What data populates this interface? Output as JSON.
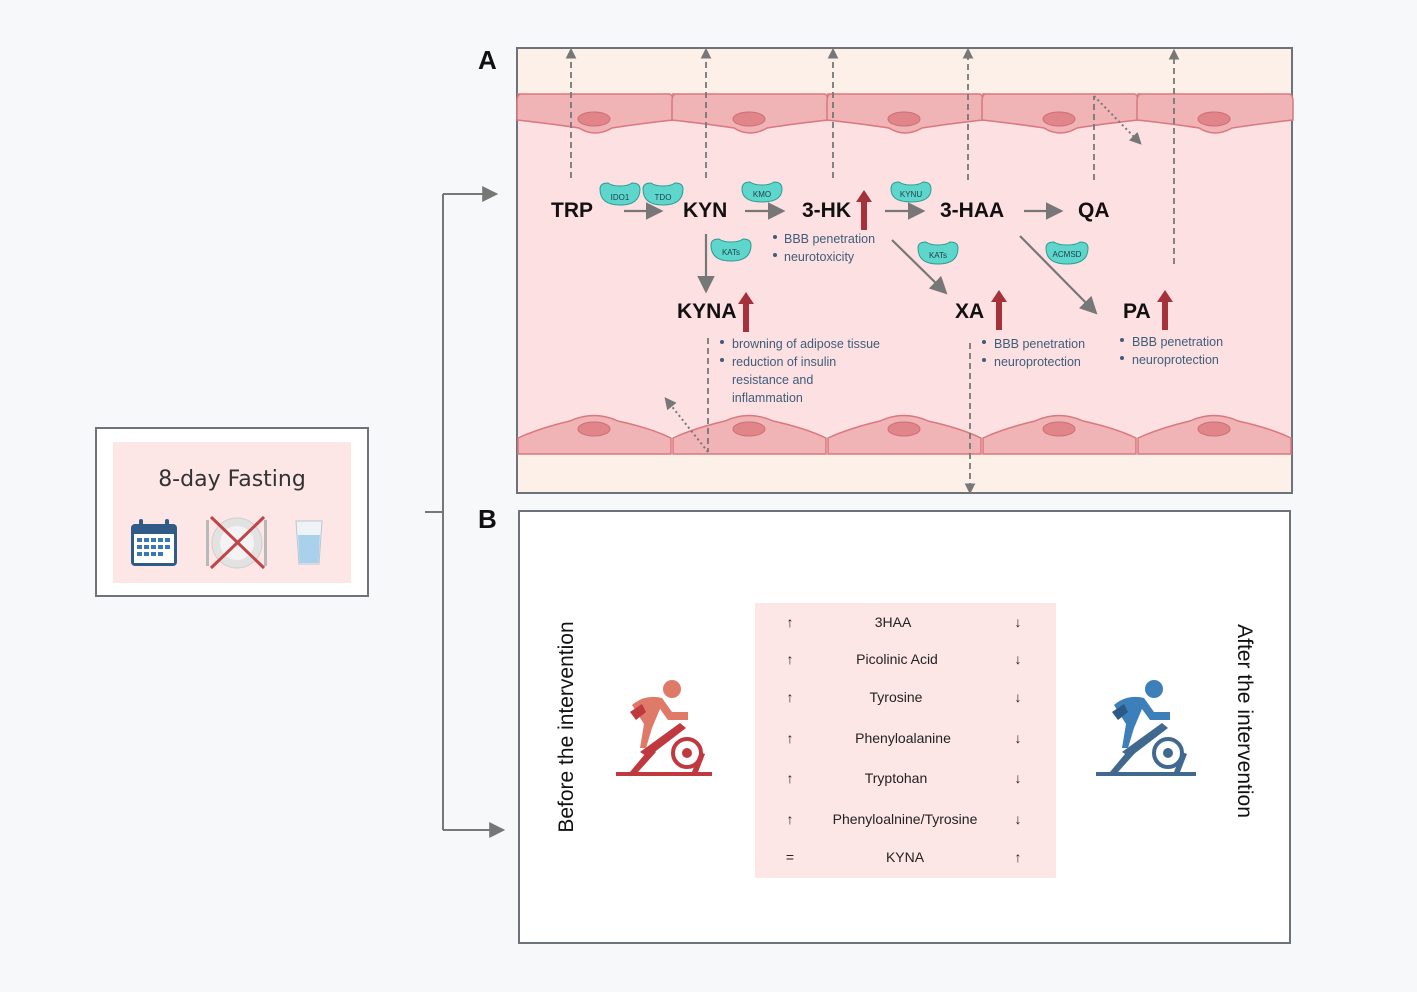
{
  "fasting": {
    "title": "8-day Fasting",
    "icons": [
      "calendar-icon",
      "crossed-plate-icon",
      "water-glass-icon"
    ]
  },
  "panel_a": {
    "label": "A",
    "metabolites": {
      "trp": "TRP",
      "kyn": "KYN",
      "hk": "3-HK",
      "haa": "3-HAA",
      "qa": "QA",
      "kyna": "KYNA",
      "xa": "XA",
      "pa": "PA"
    },
    "enzymes": {
      "ido1": "IDO1",
      "tdo": "TDO",
      "kmo": "KMO",
      "kynu": "KYNU",
      "kats_1": "KATs",
      "kats_2": "KATs",
      "acmsd": "ACMSD"
    },
    "notes": {
      "hk": [
        "BBB penetration",
        "neurotoxicity"
      ],
      "kyna": [
        "browning of adipose tissue",
        "reduction of insulin",
        "resistance and",
        "inflammation"
      ],
      "xa": [
        "BBB penetration",
        "neuroprotection"
      ],
      "pa": [
        "BBB penetration",
        "neuroprotection"
      ]
    }
  },
  "panel_b": {
    "label": "B",
    "before_label": "Before the intervention",
    "after_label": "After the intervention",
    "rows": [
      {
        "before": "↑",
        "metabolite": "3HAA",
        "after": "↓"
      },
      {
        "before": "↑",
        "metabolite": "Picolinic Acid",
        "after": "↓"
      },
      {
        "before": "↑",
        "metabolite": "Tyrosine",
        "after": "↓"
      },
      {
        "before": "↑",
        "metabolite": "Phenyloalanine",
        "after": "↓"
      },
      {
        "before": "↑",
        "metabolite": "Tryptohan",
        "after": "↓"
      },
      {
        "before": "↑",
        "metabolite": "Phenyloalnine/Tyrosine",
        "after": "↓"
      },
      {
        "before": "=",
        "metabolite": "KYNA",
        "after": "↑"
      }
    ]
  },
  "colors": {
    "background": "#f7f8fa",
    "vessel_fill": "#fde0e2",
    "cell_fill": "#f0b3b6",
    "cell_stroke": "#d9787e",
    "enzyme_fill": "#5ed6cc",
    "up_arrow": "#a5323a",
    "cyclist_before": "#e07a68",
    "cyclist_after": "#3d7fb8"
  }
}
